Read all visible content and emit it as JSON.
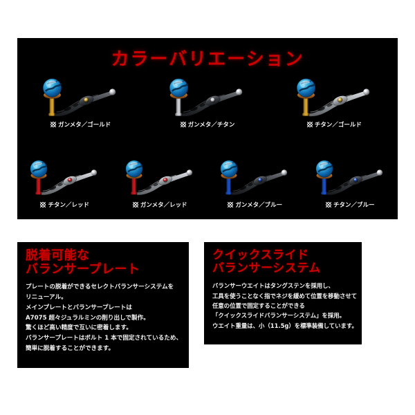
{
  "color_variation": {
    "title": "カラーバリエーション",
    "bullet_icon": "checkered-diamond-icon",
    "accent_color": "#cc0000",
    "panel_bg": "#000000",
    "rows": [
      [
        {
          "label": "ガンメタ／ゴールド",
          "knob": "blue-marble",
          "stem": "#d4a02a",
          "arm": "gunmetal",
          "screw": "#e0b130"
        },
        {
          "label": "ガンメタ／チタン",
          "knob": "blue-marble",
          "stem": "#c9ccd1",
          "arm": "gunmetal",
          "screw": "#d8dade"
        },
        {
          "label": "チタン／ゴールド",
          "knob": "blue-marble",
          "stem": "#d4a02a",
          "arm": "titanium",
          "screw": "#e0b130"
        }
      ],
      [
        {
          "label": "チタン／レッド",
          "knob": "blue-marble",
          "stem": "#c4161c",
          "arm": "titanium",
          "screw": "#d61f24"
        },
        {
          "label": "ガンメタ／レッド",
          "knob": "blue-marble",
          "stem": "#c4161c",
          "arm": "titanium",
          "screw": "#d61f24"
        },
        {
          "label": "ガンメタ／ブルー",
          "knob": "blue-marble",
          "stem": "#1b4fbf",
          "arm": "gunmetal",
          "screw": "#2457cc"
        },
        {
          "label": "チタン／ブルー",
          "knob": "blue-marble",
          "stem": "#1b4fbf",
          "arm": "gunmetal",
          "screw": "#2457cc"
        }
      ]
    ]
  },
  "features": {
    "left": {
      "heading_line1": "脱着可能な",
      "heading_line2": "バランサープレート",
      "body": [
        "プレートの脱着ができるセレクトバランサーシステムを",
        "リニューアル。",
        "メインプレートとバランサープレートは",
        "A7075 超々ジュラルミンの削り出しで製作。",
        "驚くほど高い精度で互いに密着します。",
        "バランサープレートはボルト 1 本で固定されているため、",
        "簡単に脱着することができます。"
      ]
    },
    "right": {
      "heading_line1": "クイックスライド",
      "heading_line2": "バランサーシステム",
      "body": [
        "バランサーウエイトはタングステンを採用し、",
        "工具を使うことなく指でネジを緩めて位置を移動させて",
        "任意の位置で固定することができる",
        "「クイックスライドバランサーシステム」を採用。",
        "ウエイト重量は、小（11.5g）を標準装備しています。"
      ]
    }
  }
}
